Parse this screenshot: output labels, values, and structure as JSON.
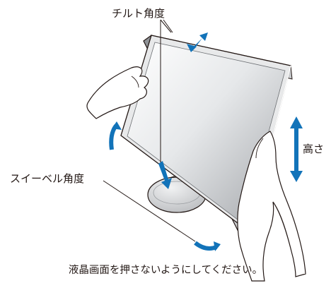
{
  "labels": {
    "tilt": "チルト角度",
    "height": "高さ",
    "swivel": "スイーベル角度",
    "caption": "液晶画面を押さないようにしてください。"
  },
  "colors": {
    "arrow": "#1273b9",
    "outline": "#231815",
    "screen_light": "#f7f8f9",
    "screen_dark": "#a9abaf",
    "bezel": "#d9dadc",
    "hand_fill": "#ffffff"
  },
  "icons": [
    "tilt-arrow-icon",
    "height-arrow-icon",
    "swivel-arrow-icon",
    "down-arrow-icon"
  ]
}
